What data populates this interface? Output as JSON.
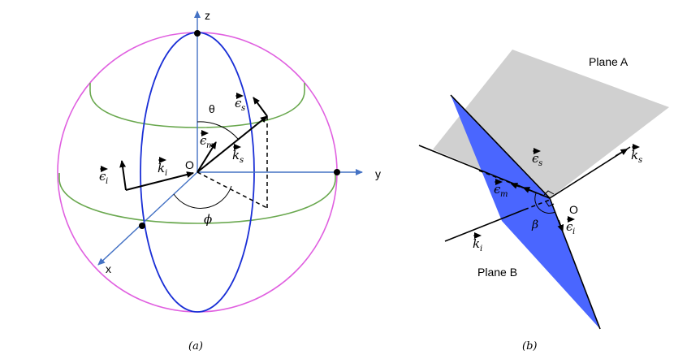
{
  "panel_a": {
    "caption": "(a)",
    "axes": {
      "z": "z",
      "y": "y",
      "x": "x",
      "origin": "O"
    },
    "angles": {
      "theta": "θ",
      "phi": "ϕ"
    },
    "vectors": {
      "k_i": "k",
      "k_i_sub": "i",
      "k_s": "k",
      "k_s_sub": "s",
      "eps_i": "ϵ",
      "eps_i_sub": "i",
      "eps_s": "ϵ",
      "eps_s_sub": "s",
      "eps_m": "ϵ",
      "eps_m_sub": "m"
    },
    "colors": {
      "sphere": "#e060e0",
      "meridian": "#1a2fd6",
      "latitude": "#6aa84f",
      "axis": "#4472c4"
    }
  },
  "panel_b": {
    "caption": "(b)",
    "plane_a_label": "Plane A",
    "plane_b_label": "Plane B",
    "origin": "O",
    "angle": "β",
    "vectors": {
      "k_s": "k",
      "k_s_sub": "s",
      "k_i": "k",
      "k_i_sub": "i",
      "eps_s": "ϵ",
      "eps_s_sub": "s",
      "eps_i": "ϵ",
      "eps_i_sub": "i",
      "eps_m": "ϵ",
      "eps_m_sub": "m"
    },
    "colors": {
      "plane_a": "#d0d0d0",
      "plane_b": "#3d5cff"
    }
  }
}
